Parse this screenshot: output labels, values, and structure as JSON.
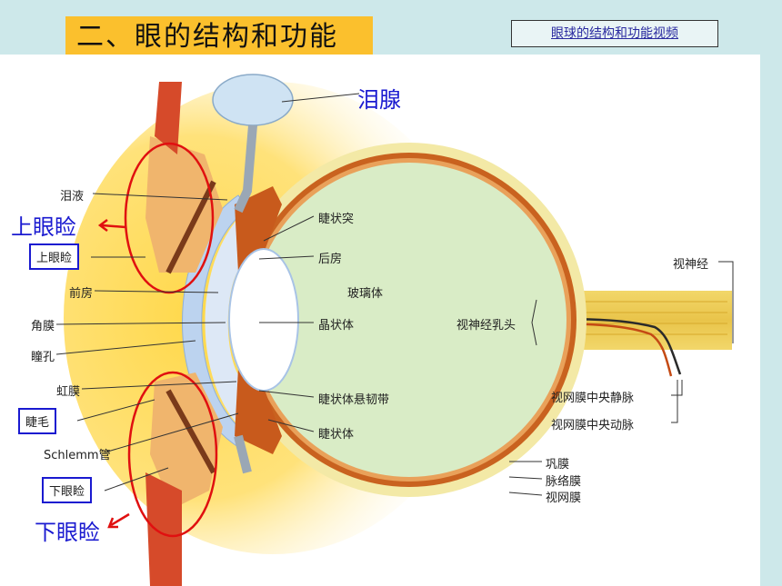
{
  "title": "二、眼的结构和功能",
  "video_link": "眼球的结构和功能视频",
  "labels": {
    "lacrimal_gland": "泪腺",
    "upper_eyelid_big": "上眼睑",
    "lower_eyelid_big": "下眼睑",
    "tear_fluid": "泪液",
    "upper_eyelid_boxed": "上眼睑",
    "anterior_chamber": "前房",
    "cornea": "角膜",
    "pupil": "瞳孔",
    "iris": "虹膜",
    "eyelash_boxed": "睫毛",
    "schlemm_canal": "Schlemm管",
    "lower_eyelid_boxed": "下眼睑",
    "ciliary_process": "睫状突",
    "posterior_chamber": "后房",
    "vitreous_body": "玻璃体",
    "lens": "晶状体",
    "zonule": "睫状体悬韧带",
    "ciliary_body": "睫状体",
    "optic_nerve": "视神经",
    "optic_disc": "视神经乳头",
    "central_retinal_vein": "视网膜中央静脉",
    "central_retinal_artery": "视网膜中央动脉",
    "sclera": "巩膜",
    "choroid": "脉络膜",
    "retina": "视网膜"
  },
  "colors": {
    "title_bg": "#fbc02d",
    "highlight_red": "#e01010",
    "highlight_blue": "#1a1ad0",
    "eye_interior": "#d9ecc6",
    "sclera": "#f3e9a6",
    "choroid": "#c9621f"
  }
}
